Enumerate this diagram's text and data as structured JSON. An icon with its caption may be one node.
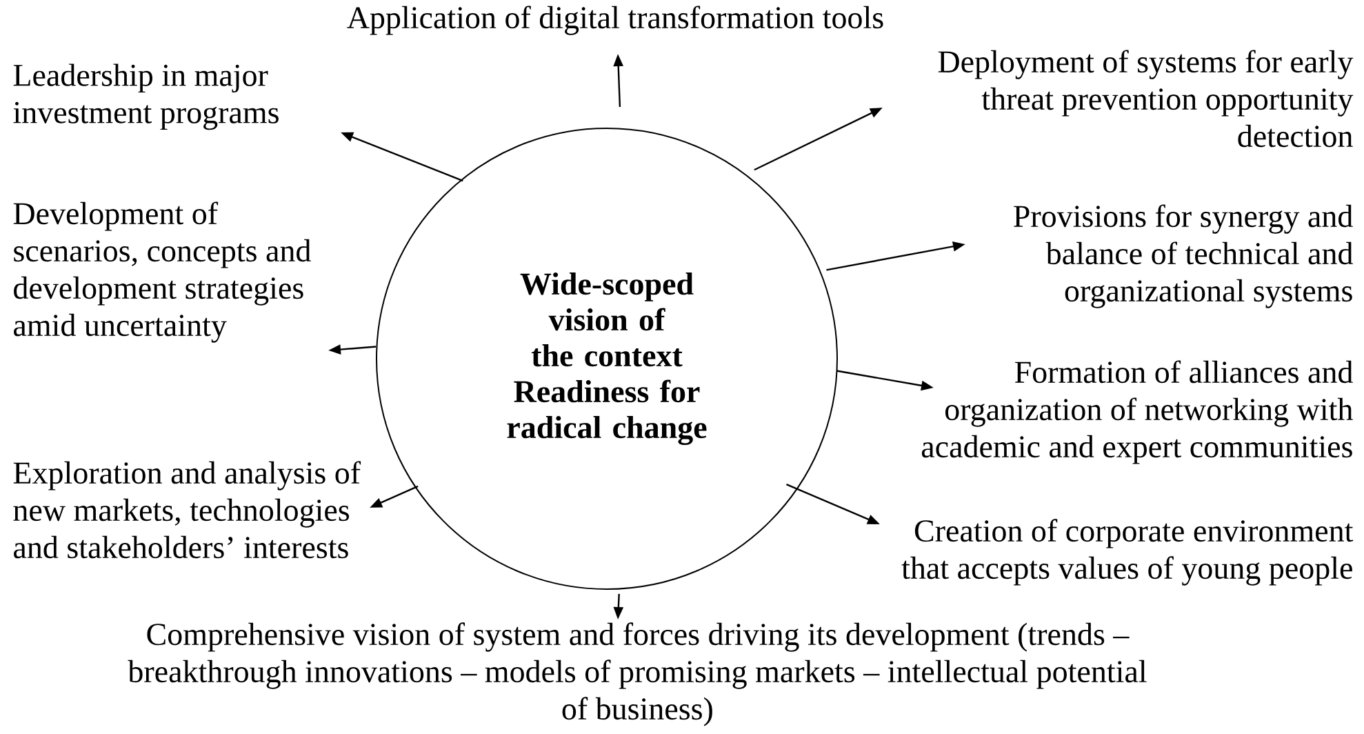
{
  "diagram": {
    "nodes": [
      {
        "text": [
          "Wide-scoped vision of the context",
          "Readiness for radical change"
        ]
      },
      {
        "text": [
          "Application of digital transformation tools"
        ]
      },
      {
        "text": [
          "Leadership in major investment programs"
        ]
      },
      {
        "text": [
          "Deployment of systems for early threat prevention opportunity detection"
        ]
      },
      {
        "text": [
          "Provisions for synergy and balance of technical and organizational systems"
        ]
      },
      {
        "text": [
          "Development of scenarios, concepts and development strategies amid uncertainty"
        ]
      },
      {
        "text": [
          "Formation of alliances and organization of networking with academic and expert communities"
        ]
      },
      {
        "text": [
          "Exploration and analysis of new markets, technologies and stakeholders’ interests"
        ]
      },
      {
        "text": [
          "Creation of corporate environment that accepts values of young people"
        ]
      },
      {
        "text": [
          "Comprehensive vision of system and forces driving its development (trends – breakthrough innovations – models of promising markets – intellectual potential of business)"
        ]
      }
    ],
    "edges": [
      {
        "from": 0,
        "to": 1,
        "arrow": "to"
      },
      {
        "from": 0,
        "to": 2,
        "arrow": "to"
      },
      {
        "from": 0,
        "to": 3,
        "arrow": "to"
      },
      {
        "from": 0,
        "to": 4,
        "arrow": "to"
      },
      {
        "from": 0,
        "to": 5,
        "arrow": "to"
      },
      {
        "from": 0,
        "to": 6,
        "arrow": "to"
      },
      {
        "from": 0,
        "to": 7,
        "arrow": "to"
      },
      {
        "from": 0,
        "to": 8,
        "arrow": "to"
      },
      {
        "from": 0,
        "to": 9,
        "arrow": "to"
      }
    ]
  }
}
